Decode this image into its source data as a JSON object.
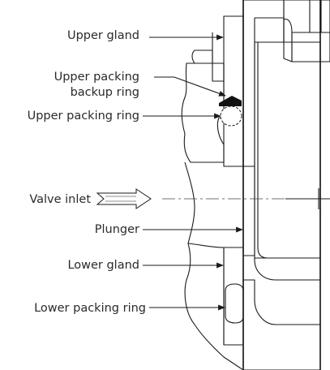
{
  "labels": {
    "upper_gland": "Upper gland",
    "upper_packing_backup_ring_line1": "Upper packing",
    "upper_packing_backup_ring_line2": "backup ring",
    "upper_packing_ring": "Upper packing ring",
    "valve_inlet": "Valve inlet",
    "plunger": "Plunger",
    "lower_gland": "Lower gland",
    "lower_packing_ring": "Lower packing ring"
  },
  "colors": {
    "ink": "#1a1a1a",
    "text": "#2a2a2a",
    "seal_fill": "#111111",
    "background": "#ffffff"
  },
  "icons": {
    "flow_arrow": "hollow-double-arrow-icon",
    "leader_arrow": "arrowhead-icon"
  }
}
